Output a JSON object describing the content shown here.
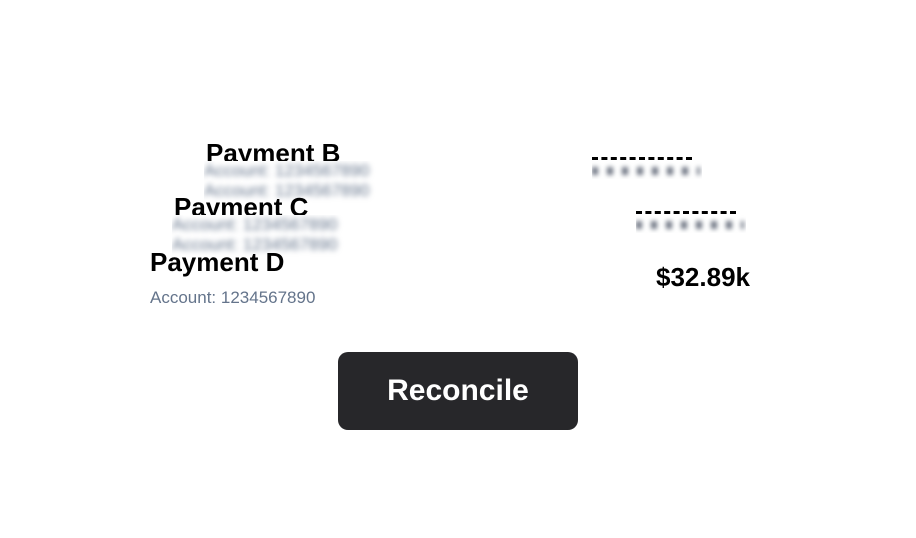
{
  "payments": [
    {
      "name": "Payment B",
      "account": "Account: 1234567890"
    },
    {
      "name": "Payment C",
      "account": "Account: 1234567890"
    },
    {
      "name": "Payment D",
      "account": "Account: 1234567890",
      "amount": "$32.89k"
    }
  ],
  "reconcile_label": "Reconcile"
}
